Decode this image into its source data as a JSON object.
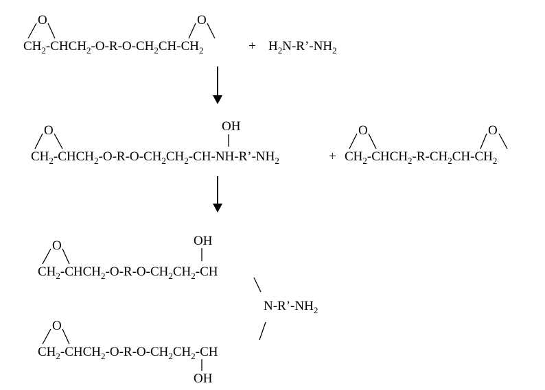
{
  "scheme": {
    "step1": {
      "epoxide_O_left": "O",
      "epoxide_O_right": "O",
      "chain": [
        "CH",
        "2",
        "-CHCH",
        "2",
        "-O-R-O-CH",
        "2",
        "CH-CH",
        "2"
      ],
      "plus": "+",
      "amine": [
        "H",
        "2",
        "N-R’-NH",
        "2"
      ]
    },
    "step2": {
      "epoxide_O": "O",
      "hydroxyl": "OH",
      "chain": [
        "CH",
        "2",
        "-CHCH",
        "2",
        "-O-R-O-CH",
        "2",
        "CH",
        "2",
        "-CH-NH-R’-NH",
        "2"
      ],
      "plus": "+",
      "diepoxide_O_left": "O",
      "diepoxide_O_right": "O",
      "diepoxide": [
        "CH",
        "2",
        "-CHCH",
        "2",
        "-R-CH",
        "2",
        "CH-CH",
        "2"
      ]
    },
    "step3": {
      "upper_epoxide_O": "O",
      "upper_hydroxyl": "OH",
      "upper_chain": [
        "CH",
        "2",
        "-CHCH",
        "2",
        "-O-R-O-CH",
        "2",
        "CH",
        "2",
        "-CH"
      ],
      "amine_center": [
        "N-R’-NH",
        "2"
      ],
      "lower_epoxide_O": "O",
      "lower_chain": [
        "CH",
        "2",
        "-CHCH",
        "2",
        "-O-R-O-CH",
        "2",
        "CH",
        "2",
        "-CH"
      ],
      "lower_hydroxyl": "OH"
    }
  }
}
